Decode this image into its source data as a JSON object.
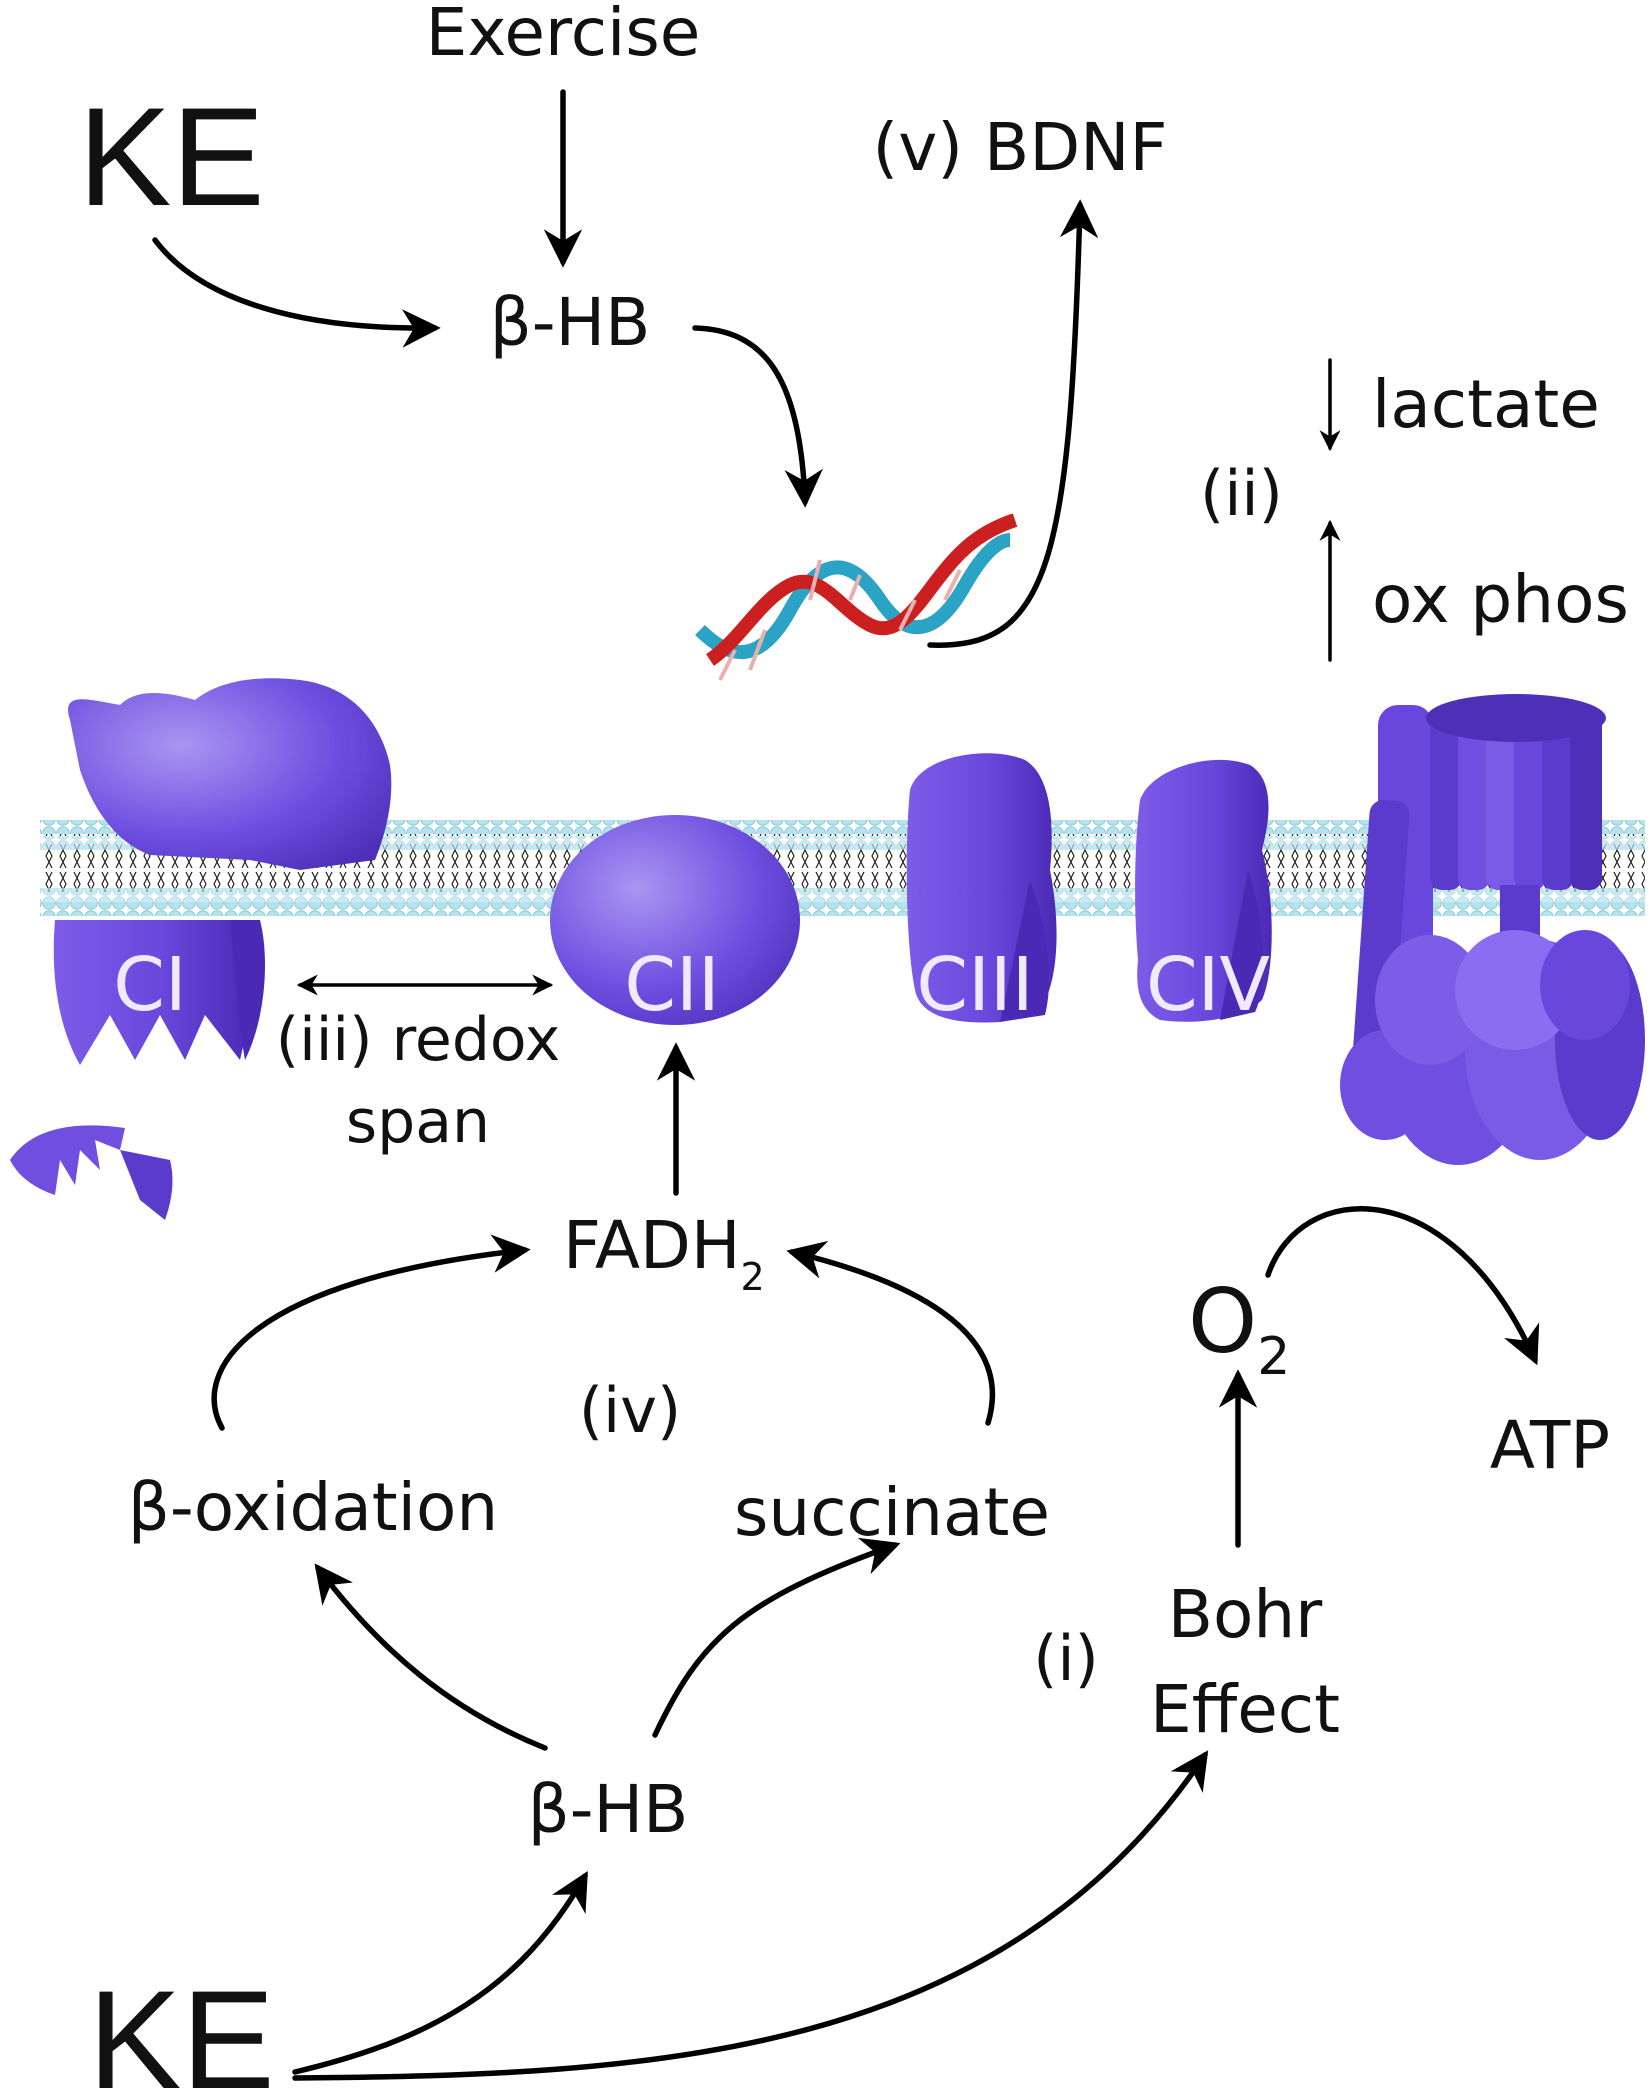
{
  "labels": {
    "ke_top": "KE",
    "exercise": "Exercise",
    "bhb_top": "β-HB",
    "bdnf": "(v) BDNF",
    "lactate": "lactate",
    "ii": "(ii)",
    "ox_phos": "ox phos",
    "redox_line1": "(iii) redox",
    "redox_line2": "span",
    "fadh": "FADH",
    "fadh_sub": "2",
    "iv": "(iv)",
    "beta_oxidation": "β-oxidation",
    "succinate": "succinate",
    "o2": "O",
    "o2_sub": "2",
    "atp": "ATP",
    "i": "(i)",
    "bohr_line1": "Bohr",
    "bohr_line2": "Effect",
    "bhb_bottom": "β-HB",
    "ke_bottom": "KE"
  },
  "complexes": {
    "c1": "CI",
    "c2": "CII",
    "c3": "CIII",
    "c4": "CIV"
  },
  "colors": {
    "protein": "#6f4ee0",
    "protein_dark": "#4d2fb8",
    "protein_light": "#9b86f0",
    "lipid_head": "#aee0ea",
    "lipid_tail": "#222222",
    "dna_red": "#cc1f1f",
    "dna_blue": "#2aa3c4"
  }
}
